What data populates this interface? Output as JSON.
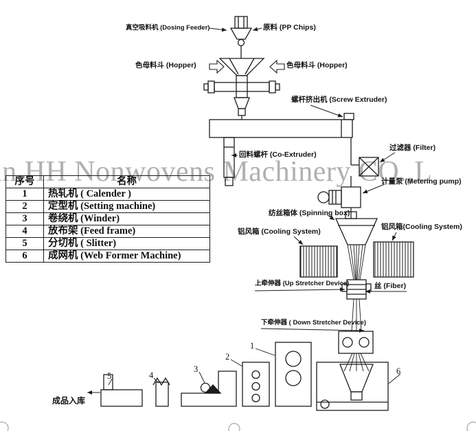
{
  "watermark": {
    "text": "an HH Nonwovens Machinery CO.,L"
  },
  "labels": {
    "dosing_feeder": "真空吸料机 (Dosing Feeder)",
    "pp_chips": "原料 (PP Chips)",
    "hopper_left": "色母料斗 (Hopper)",
    "hopper_right": "色母料斗 (Hopper)",
    "screw_extruder": "螺杆挤出机 (Screw Extruder)",
    "co_extruder": "回料螺杆 (Co-Extruder)",
    "filter": "过滤器 (Filter)",
    "metering_pump": "计量泵 (Metering pump)",
    "spinning_box": "纺丝箱体 (Spinning box)",
    "cooling_left": "铝风箱 (Cooling System)",
    "cooling_right": "铝风箱(Cooling System)",
    "up_stretcher": "上牵伸器 (Up Stretcher Device)",
    "fiber": "丝 (Fiber)",
    "down_stretcher": "下牵伸器 ( Down Stretcher Device)",
    "finished_product": "成品入库"
  },
  "table": {
    "headers": [
      "序号",
      "名称"
    ],
    "rows": [
      {
        "no": "1",
        "name": "热轧机 ( Calender )"
      },
      {
        "no": "2",
        "name": "定型机 (Setting machine)"
      },
      {
        "no": "3",
        "name": "卷绕机 (Winder)"
      },
      {
        "no": "4",
        "name": "放布架 (Feed frame)"
      },
      {
        "no": "5",
        "name": "分切机 ( Slitter)"
      },
      {
        "no": "6",
        "name": "成网机 (Web Former Machine)"
      }
    ]
  },
  "machine_numbers": {
    "m1": "1",
    "m2": "2",
    "m3": "3",
    "m4": "4",
    "m5": "5",
    "m6": "6"
  },
  "colors": {
    "line": "#1c1c1c",
    "watermark": "#b0b0b0",
    "background": "#ffffff"
  }
}
